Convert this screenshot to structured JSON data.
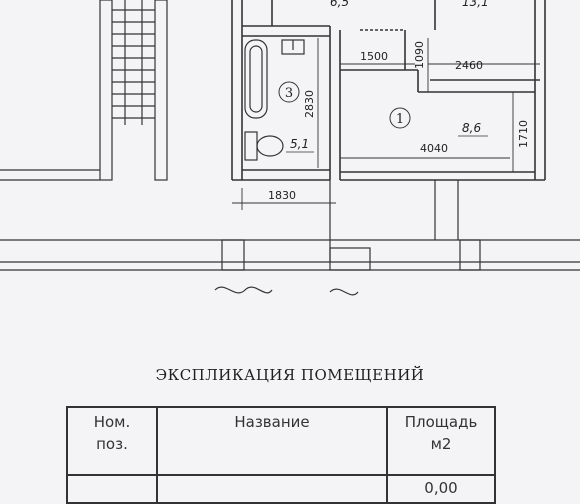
{
  "plan": {
    "rooms": [
      {
        "number": "1",
        "area": "8,6"
      },
      {
        "number": "3",
        "area": "5,1"
      }
    ],
    "dimensions": {
      "d1500": "1500",
      "d1090": "1090",
      "d2460": "2460",
      "d2830": "2830",
      "d1710": "1710",
      "d4040": "4040",
      "d1830": "1830"
    },
    "top_cut_left": "6,5",
    "top_cut_right": "13,1"
  },
  "explication": {
    "title": "ЭКСПЛИКАЦИЯ ПОМЕЩЕНИЙ",
    "headers": {
      "num_line1": "Ном.",
      "num_line2": "поз.",
      "name": "Название",
      "area_line1": "Площадь",
      "area_line2": "м2"
    },
    "first_row_value": "0,00"
  }
}
